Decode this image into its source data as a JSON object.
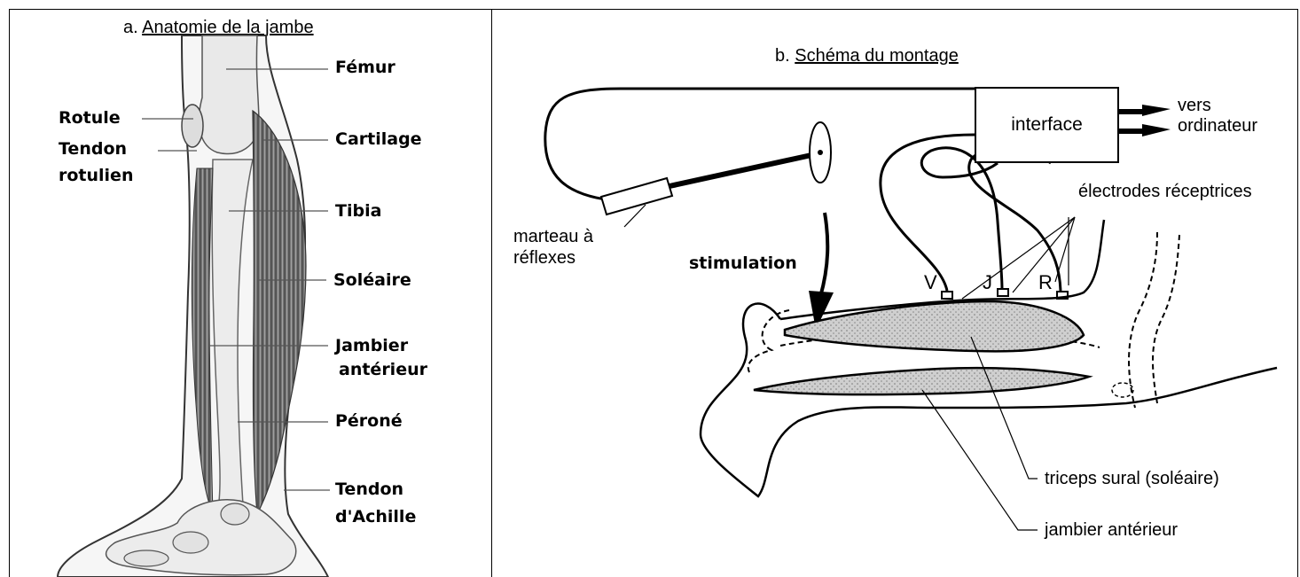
{
  "panel_a": {
    "caption_prefix": "a. ",
    "caption_title": "Anatomie de la jambe",
    "labels": {
      "femur": "Fémur",
      "rotule": "Rotule",
      "tendon_rotulien_1": "Tendon",
      "tendon_rotulien_2": "rotulien",
      "cartilage": "Cartilage",
      "tibia": "Tibia",
      "soleaire": "Soléaire",
      "jambier_1": "Jambier",
      "jambier_2": "antérieur",
      "perone": "Péroné",
      "achille_1": "Tendon",
      "achille_2": "d'Achille"
    }
  },
  "panel_b": {
    "caption_prefix": "b. ",
    "caption_title": "Schéma du montage",
    "interface": "interface",
    "vers_1": "vers",
    "vers_2": "ordinateur",
    "electrodes": "électrodes réceptrices",
    "marteau_1": "marteau à",
    "marteau_2": "réflexes",
    "stimulation": "stimulation",
    "electrode_v": "V",
    "electrode_j": "J",
    "electrode_r": "R",
    "triceps": "triceps sural (soléaire)",
    "jambier": "jambier antérieur"
  }
}
